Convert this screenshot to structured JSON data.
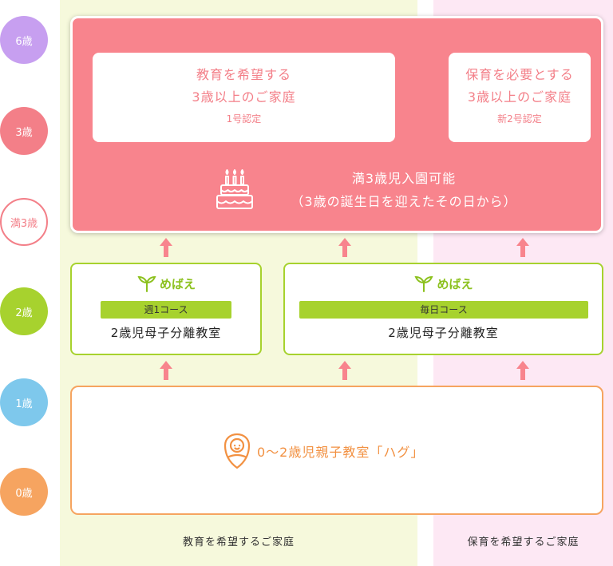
{
  "columns": {
    "education": "教育を希望するご家庭",
    "childcare": "保育を希望するご家庭"
  },
  "ages": {
    "a6": "6歳",
    "a3": "3歳",
    "am3": "満3歳",
    "a2": "2歳",
    "a1": "1歳",
    "a0": "0歳"
  },
  "top_block": {
    "education_card": {
      "line1": "教育を希望する",
      "line2": "3歳以上のご家庭",
      "cert": "1号認定"
    },
    "childcare_card": {
      "line1": "保育を必要とする",
      "line2": "3歳以上のご家庭",
      "cert": "新2号認定"
    },
    "enroll_line1": "満3歳児入園可能",
    "enroll_line2": "（3歳の誕生日を迎えたその日から）"
  },
  "mebae_weekly": {
    "brand": "めばえ",
    "course": "週1コース",
    "name": "2歳児母子分離教室"
  },
  "mebae_daily": {
    "brand": "めばえ",
    "course": "毎日コース",
    "name": "2歳児母子分離教室"
  },
  "hug_class": "0〜2歳児親子教室「ハグ」",
  "colors": {
    "pink": "#f8848d",
    "green": "#a7d22e",
    "orange": "#f6a460",
    "purple": "#c79ff0",
    "blue": "#7ec8ec"
  },
  "icons": [
    "birthday-cake-icon",
    "sprout-icon",
    "baby-icon",
    "arrow-up-icon"
  ]
}
